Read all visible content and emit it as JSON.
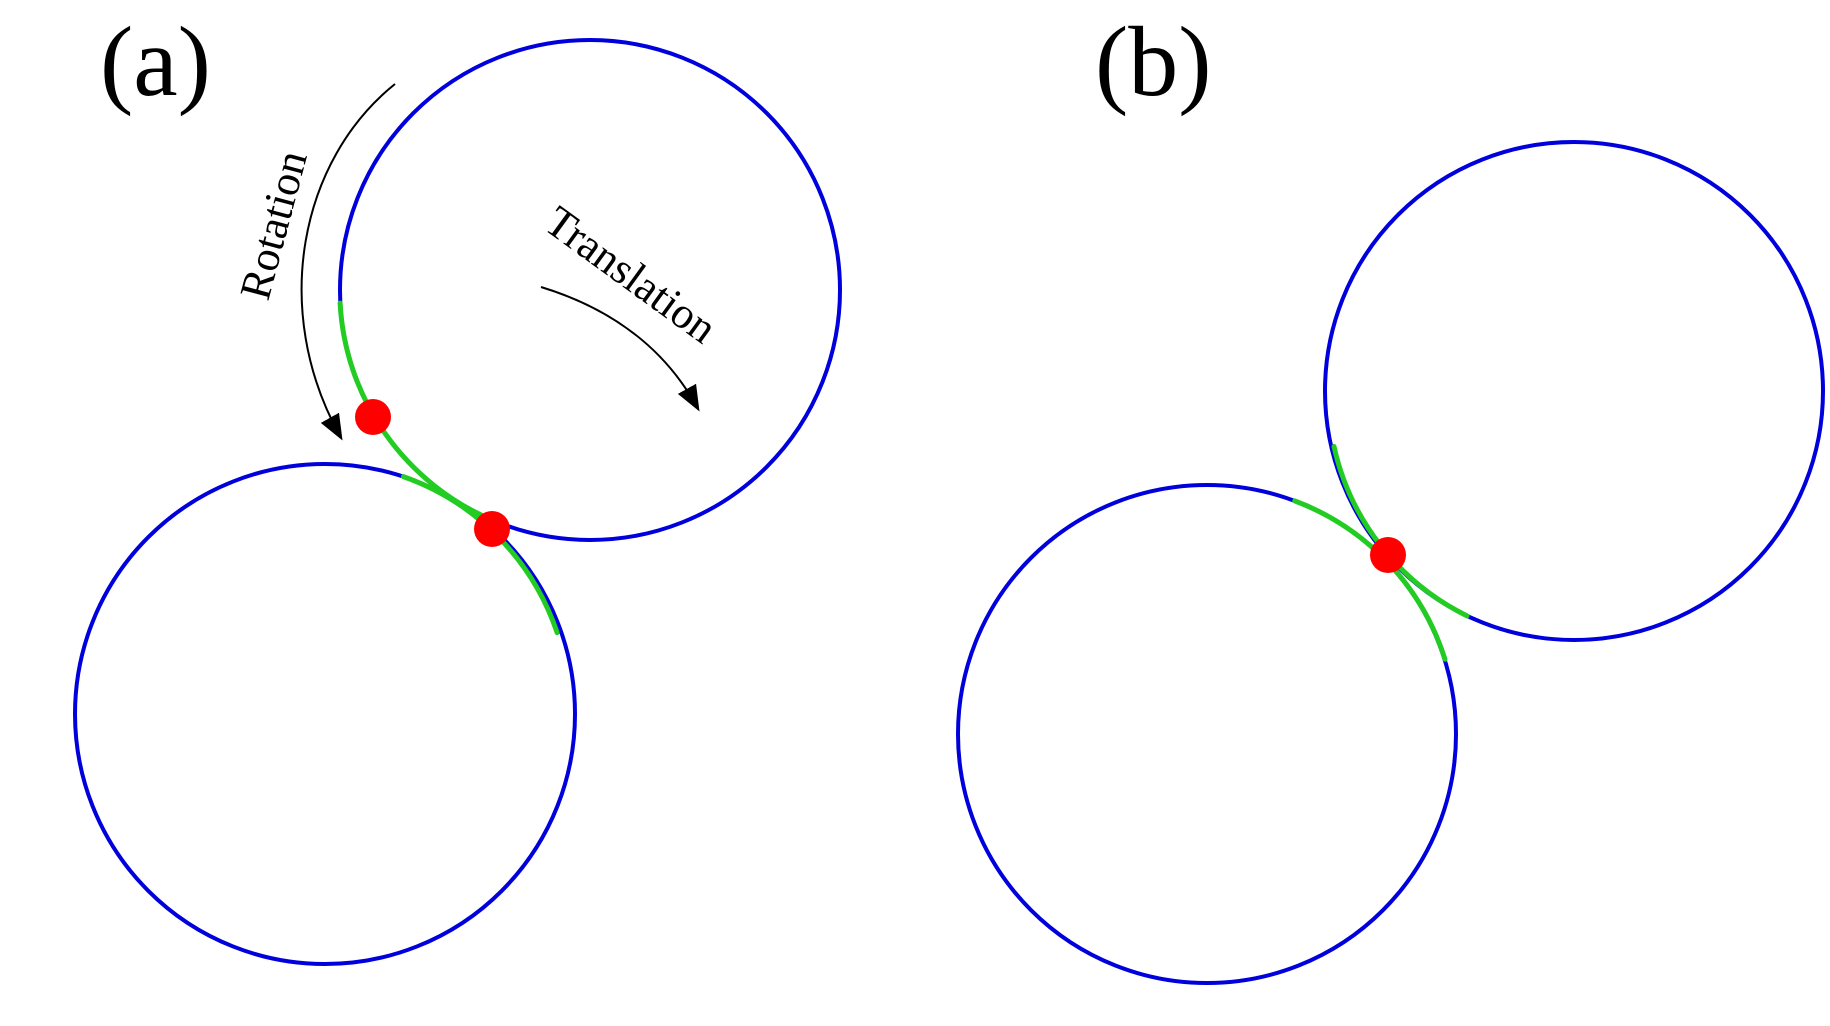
{
  "colors": {
    "circle": "#0000dd",
    "contact_region": "#22cc22",
    "contact_point": "#ff0000",
    "arrow": "#000000"
  },
  "panels": [
    {
      "label": "(a)",
      "arrows": [
        {
          "label": "Rotation"
        },
        {
          "label": "Translation"
        }
      ],
      "contact_points": 2
    },
    {
      "label": "(b)",
      "contact_points": 1
    }
  ]
}
